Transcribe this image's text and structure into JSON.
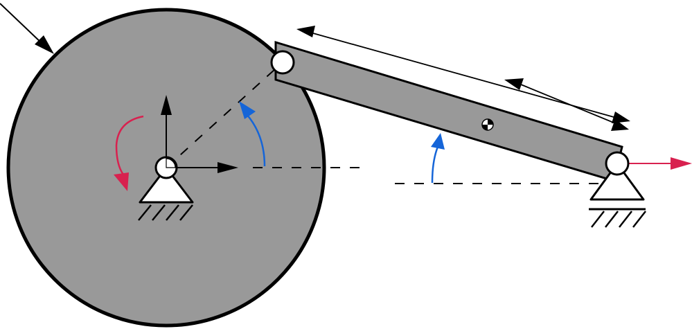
{
  "colors": {
    "body_fill": "#999999",
    "outline": "#000000",
    "angle_arrow": "#1565d8",
    "rotation_arrow": "#d8214f"
  },
  "icons": {
    "crank_disk": "large-gray-disk",
    "connecting_rod": "gray-rectangular-bar",
    "center_of_mass": "center-of-mass-symbol",
    "fixed_pivot": "pin-support-icon",
    "pin_joint": "circle-pin-icon"
  }
}
